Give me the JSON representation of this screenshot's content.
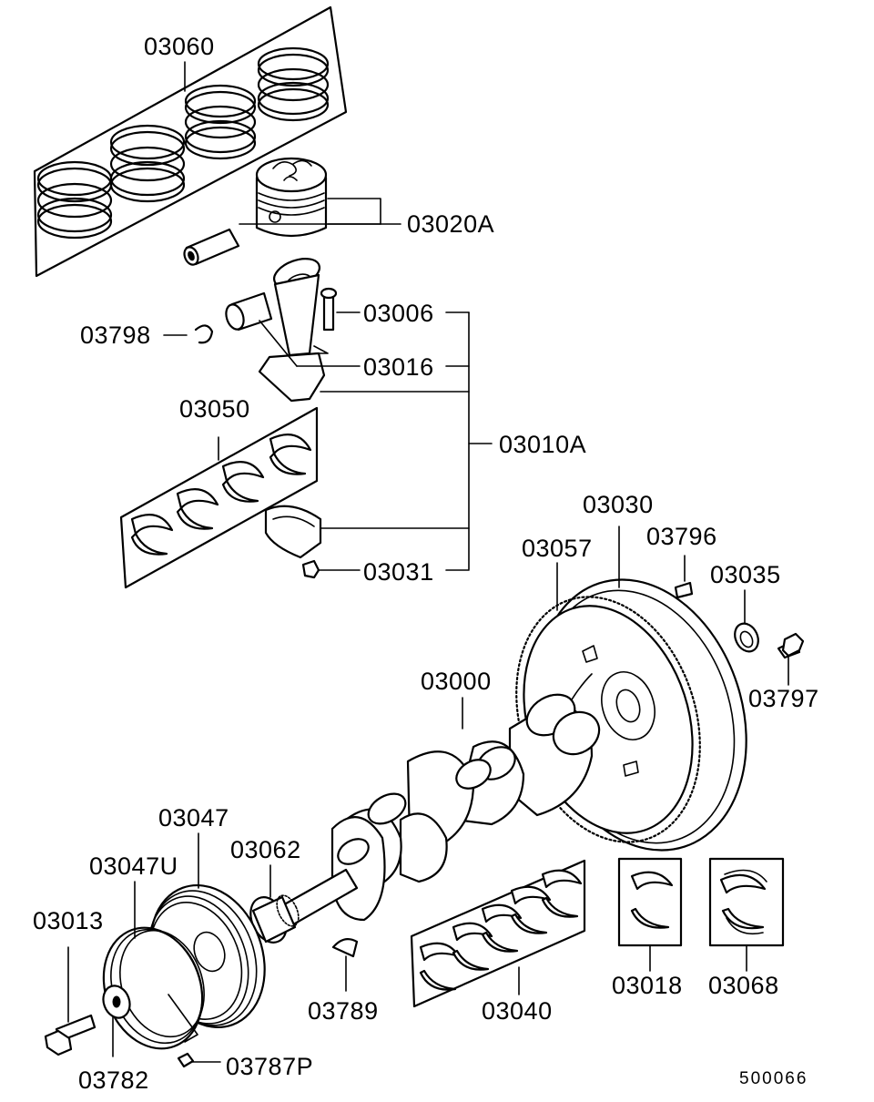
{
  "diagram": {
    "labels": {
      "p03060": "03060",
      "p03020A": "03020A",
      "p03006": "03006",
      "p03798": "03798",
      "p03016": "03016",
      "p03050": "03050",
      "p03010A": "03010A",
      "p03031": "03031",
      "p03030": "03030",
      "p03057": "03057",
      "p03796": "03796",
      "p03035": "03035",
      "p03797": "03797",
      "p03000": "03000",
      "p03047": "03047",
      "p03062": "03062",
      "p03047U": "03047U",
      "p03013": "03013",
      "p03789": "03789",
      "p03040": "03040",
      "p03018": "03018",
      "p03068": "03068",
      "p03782": "03782",
      "p03787P": "03787P"
    },
    "drawing_number": "500066"
  }
}
